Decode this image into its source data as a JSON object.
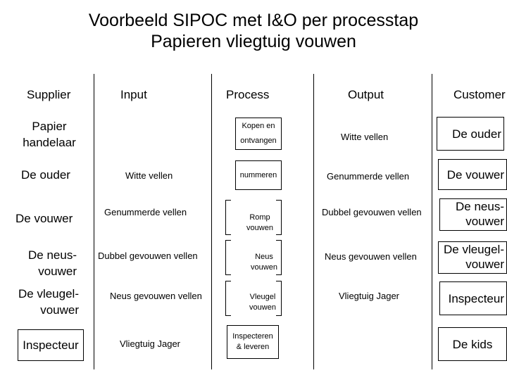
{
  "title": {
    "line1": "Voorbeeld SIPOC met I&O per processtap",
    "line2": "Papieren vliegtuig vouwen"
  },
  "headers": {
    "supplier": "Supplier",
    "input": "Input",
    "process": "Process",
    "output": "Output",
    "customer": "Customer"
  },
  "suppliers": [
    {
      "l1": "Papier",
      "l2": "handelaar"
    },
    {
      "l1": "De ouder",
      "l2": ""
    },
    {
      "l1": "De vouwer",
      "l2": ""
    },
    {
      "l1": "De neus-",
      "l2": "vouwer"
    },
    {
      "l1": "De vleugel-",
      "l2": "vouwer"
    },
    {
      "l1": "Inspecteur",
      "l2": ""
    }
  ],
  "inputs": [
    "",
    "Witte vellen",
    "Genummerde vellen",
    "Dubbel gevouwen vellen",
    "Neus gevouwen vellen",
    "Vliegtuig Jager"
  ],
  "process": [
    {
      "l1": "Kopen en",
      "l2": "ontvangen"
    },
    {
      "l1": "nummeren",
      "l2": ""
    },
    {
      "l1": "Romp",
      "l2": "vouwen"
    },
    {
      "l1": "Neus",
      "l2": "vouwen"
    },
    {
      "l1": "Vleugel",
      "l2": "vouwen"
    },
    {
      "l1": "Inspecteren",
      "l2": "& leveren"
    }
  ],
  "outputs": [
    "Witte vellen",
    "Genummerde vellen",
    "Dubbel gevouwen vellen",
    "Neus gevouwen vellen",
    "Vliegtuig Jager",
    ""
  ],
  "customers": [
    {
      "l1": "De ouder",
      "l2": ""
    },
    {
      "l1": "De vouwer",
      "l2": ""
    },
    {
      "l1": "De neus-",
      "l2": "vouwer"
    },
    {
      "l1": "De vleugel-",
      "l2": "vouwer"
    },
    {
      "l1": "Inspecteur",
      "l2": ""
    },
    {
      "l1": "De kids",
      "l2": ""
    }
  ]
}
